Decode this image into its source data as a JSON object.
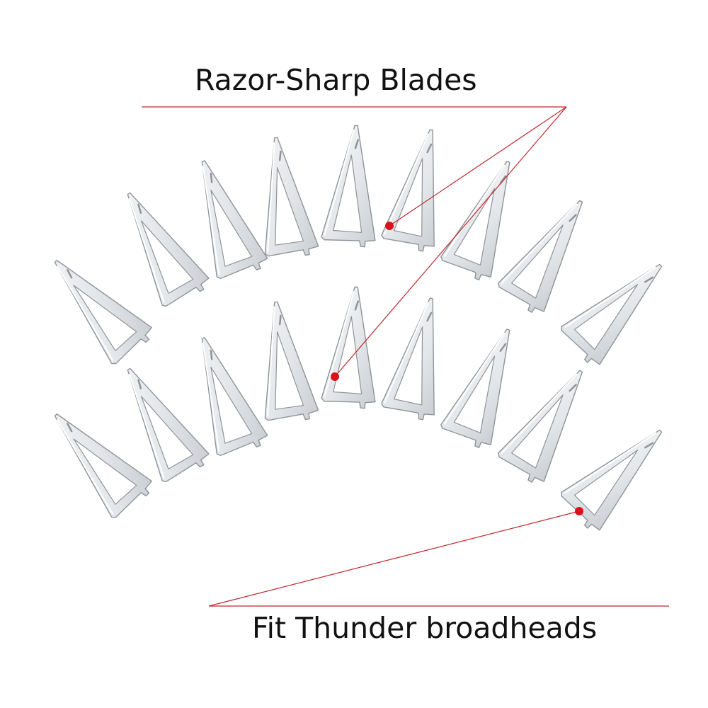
{
  "labels": {
    "top": "Razor-Sharp Blades",
    "bottom": "Fit Thunder broadheads"
  },
  "blade_rows": [
    {
      "row": "upper",
      "count": 9
    },
    {
      "row": "lower",
      "count": 9
    }
  ],
  "colors": {
    "background": "#ffffff",
    "text": "#111111",
    "leader_line": "#c0272d",
    "marker_dot": "#d7141b",
    "blade_fill": "#eceef0",
    "blade_edge": "#8e949a",
    "blade_highlight": "#ffffff"
  }
}
